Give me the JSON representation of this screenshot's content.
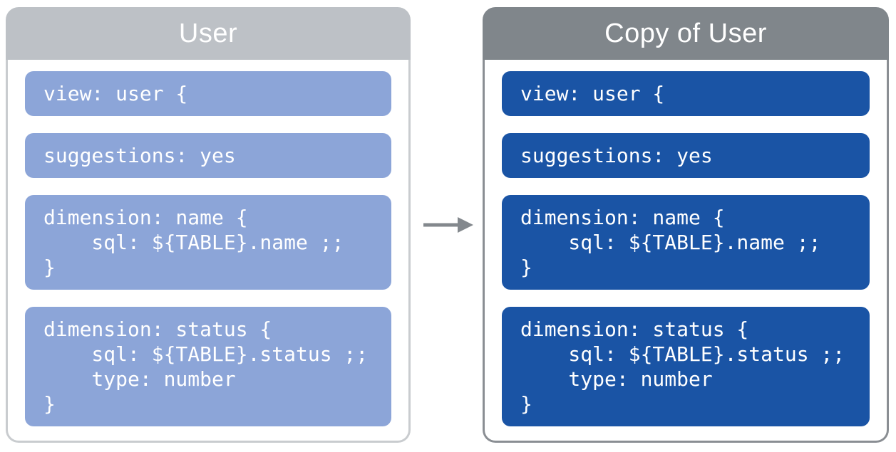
{
  "diagram": {
    "description": "Two panels showing a LookML view file and its duplicated copy, linked by a right arrow",
    "arrow": {
      "direction": "right",
      "color": "#83888D"
    },
    "panels": [
      {
        "title": "User",
        "header_color": "#BDC1C6",
        "border_color": "#C9CCCF",
        "block_color": "#8CA5D8",
        "blocks": [
          {
            "code": "view: user {"
          },
          {
            "code": "suggestions: yes"
          },
          {
            "code": "dimension: name {\n    sql: ${TABLE}.name ;;\n}"
          },
          {
            "code": "dimension: status {\n    sql: ${TABLE}.status ;;\n    type: number\n}"
          }
        ]
      },
      {
        "title": "Copy of User",
        "header_color": "#80868B",
        "border_color": "#8A8E93",
        "block_color": "#1A54A5",
        "blocks": [
          {
            "code": "view: user {"
          },
          {
            "code": "suggestions: yes"
          },
          {
            "code": "dimension: name {\n    sql: ${TABLE}.name ;;\n}"
          },
          {
            "code": "dimension: status {\n    sql: ${TABLE}.status ;;\n    type: number\n}"
          }
        ]
      }
    ]
  }
}
